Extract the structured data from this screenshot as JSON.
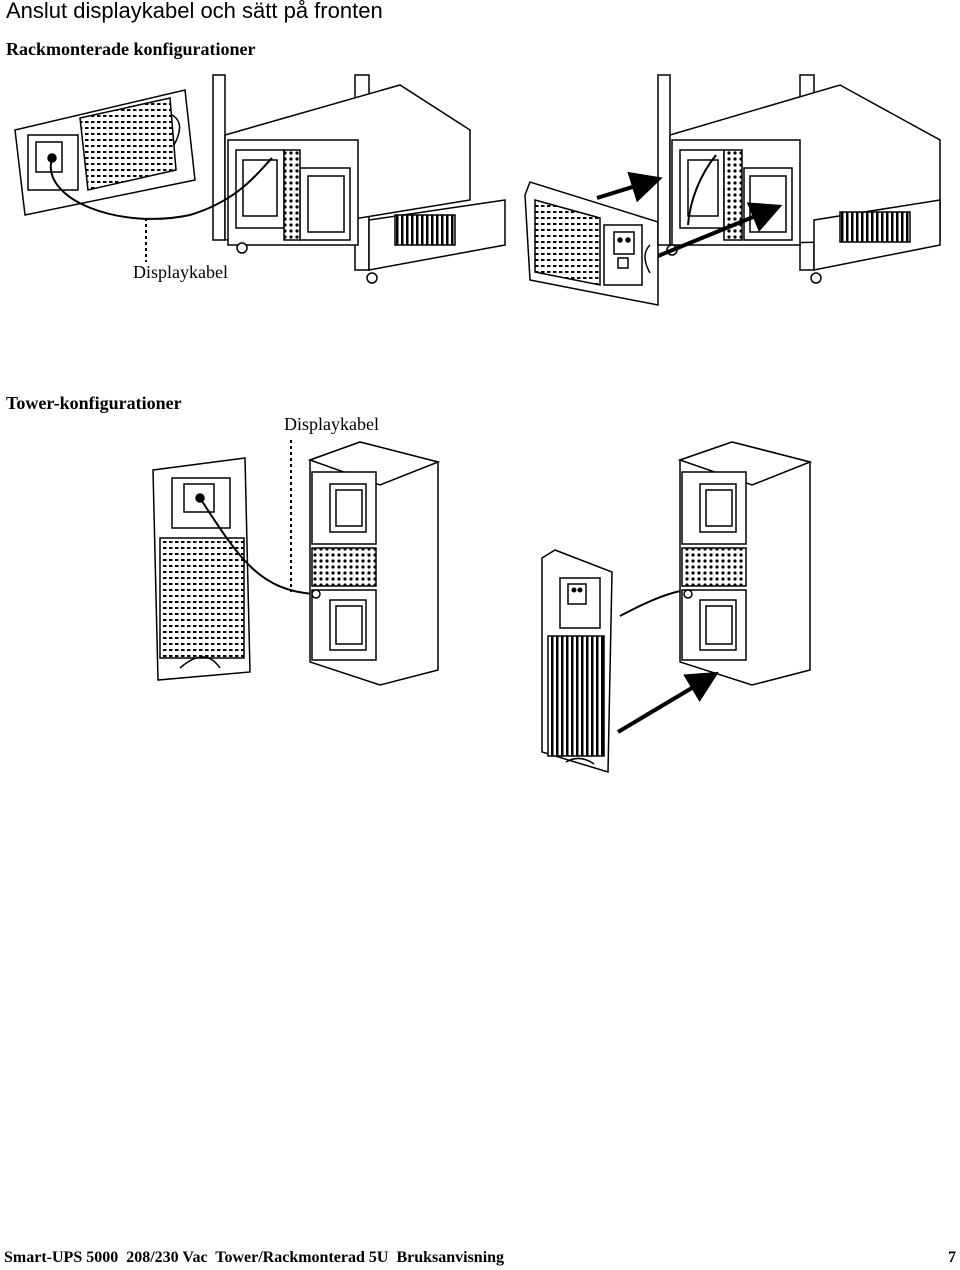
{
  "page": {
    "title": "Anslut displaykabel och sätt på fronten"
  },
  "rack_section": {
    "heading": "Rackmonterade konfigurationer",
    "cable_label": "Displaykabel"
  },
  "tower_section": {
    "heading": "Tower-konfigurationer",
    "cable_label": "Displaykabel"
  },
  "footer": {
    "document_title": "Smart-UPS 5000  208/230 Vac  Tower/Rackmonterad 5U  Bruksanvisning",
    "page_number": "7"
  },
  "icons": {
    "arrow": "arrow-icon",
    "display": "lcd-display-icon"
  }
}
